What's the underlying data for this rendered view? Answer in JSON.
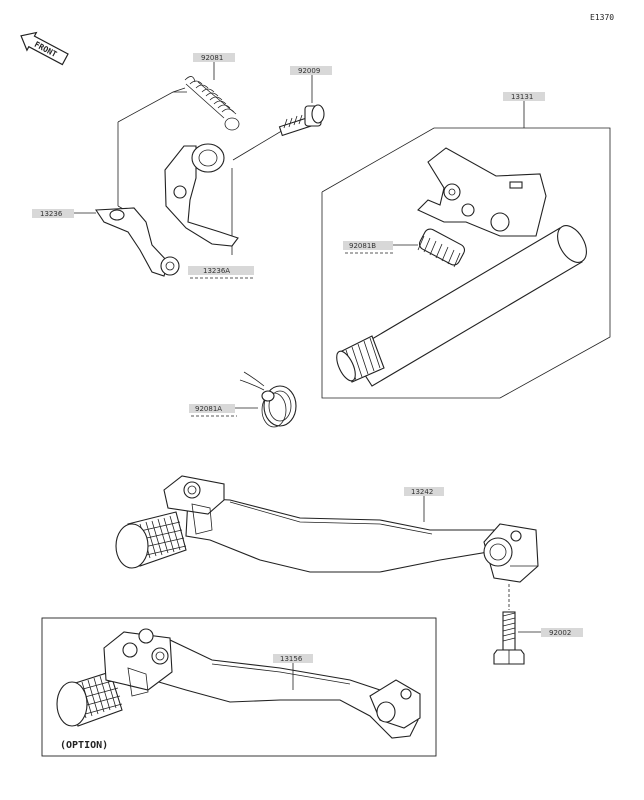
{
  "diagram_code": "E1370",
  "front_label": "FRONT",
  "option_label": "(OPTION)",
  "part_labels": {
    "p92081": "92081",
    "p92009": "92009",
    "p13131": "13131",
    "p13236": "13236",
    "p92081B": "92081B",
    "p13236A": "13236A",
    "p92081A": "92081A",
    "p13242": "13242",
    "p92002": "92002",
    "p13156": "13156"
  },
  "colors": {
    "line": "#222222",
    "tag": "#d8d8d8",
    "background": "#ffffff"
  },
  "icons": [
    "front-arrow-icon"
  ]
}
